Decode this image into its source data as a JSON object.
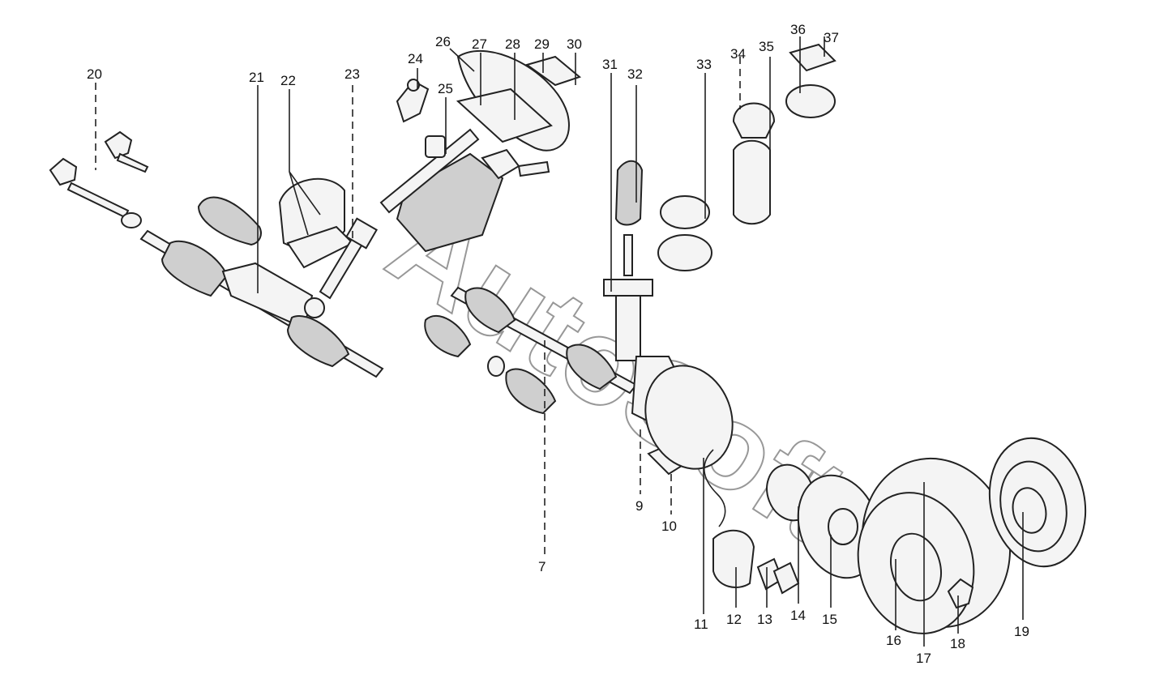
{
  "watermark": "AutoSoft",
  "callouts": [
    {
      "id": "7",
      "label": "7"
    },
    {
      "id": "9",
      "label": "9"
    },
    {
      "id": "10",
      "label": "10"
    },
    {
      "id": "11",
      "label": "11"
    },
    {
      "id": "12",
      "label": "12"
    },
    {
      "id": "13",
      "label": "13"
    },
    {
      "id": "14",
      "label": "14"
    },
    {
      "id": "15",
      "label": "15"
    },
    {
      "id": "16",
      "label": "16"
    },
    {
      "id": "17",
      "label": "17"
    },
    {
      "id": "18",
      "label": "18"
    },
    {
      "id": "19",
      "label": "19"
    },
    {
      "id": "20",
      "label": "20"
    },
    {
      "id": "21",
      "label": "21"
    },
    {
      "id": "22",
      "label": "22"
    },
    {
      "id": "23",
      "label": "23"
    },
    {
      "id": "24",
      "label": "24"
    },
    {
      "id": "25",
      "label": "25"
    },
    {
      "id": "26",
      "label": "26"
    },
    {
      "id": "27",
      "label": "27"
    },
    {
      "id": "28",
      "label": "28"
    },
    {
      "id": "29",
      "label": "29"
    },
    {
      "id": "30",
      "label": "30"
    },
    {
      "id": "31",
      "label": "31"
    },
    {
      "id": "32",
      "label": "32"
    },
    {
      "id": "33",
      "label": "33"
    },
    {
      "id": "34",
      "label": "34"
    },
    {
      "id": "35",
      "label": "35"
    },
    {
      "id": "36",
      "label": "36"
    },
    {
      "id": "37",
      "label": "37"
    }
  ]
}
